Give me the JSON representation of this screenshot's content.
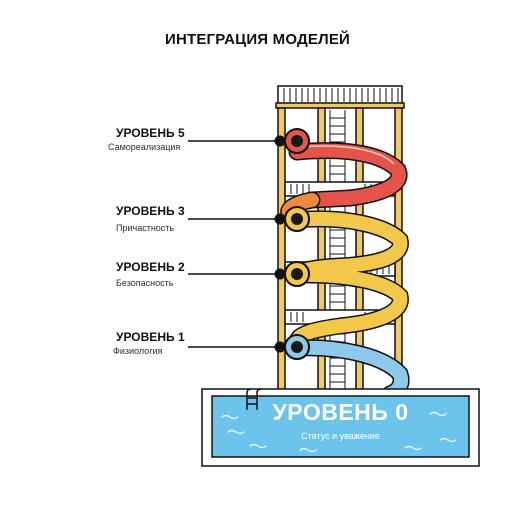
{
  "title": "ИНТЕГРАЦИЯ МОДЕЛЕЙ",
  "levels": [
    {
      "title": "УРОВЕНЬ 5",
      "subtitle": "Самореализация",
      "color": "#e5544a"
    },
    {
      "title": "УРОВЕНЬ 3",
      "subtitle": "Причастность",
      "color": "#f0c23a"
    },
    {
      "title": "УРОВЕНЬ 2",
      "subtitle": "Безопасность",
      "color": "#f2cc55"
    },
    {
      "title": "УРОВЕНЬ 1",
      "subtitle": "Физиология",
      "color": "#8ec9ec"
    }
  ],
  "pool": {
    "title": "УРОВЕНЬ 0",
    "subtitle": "Статус и уважение",
    "water_color": "#6cc4ec"
  },
  "colors": {
    "tower": "#f2c765",
    "outline": "#111111"
  }
}
